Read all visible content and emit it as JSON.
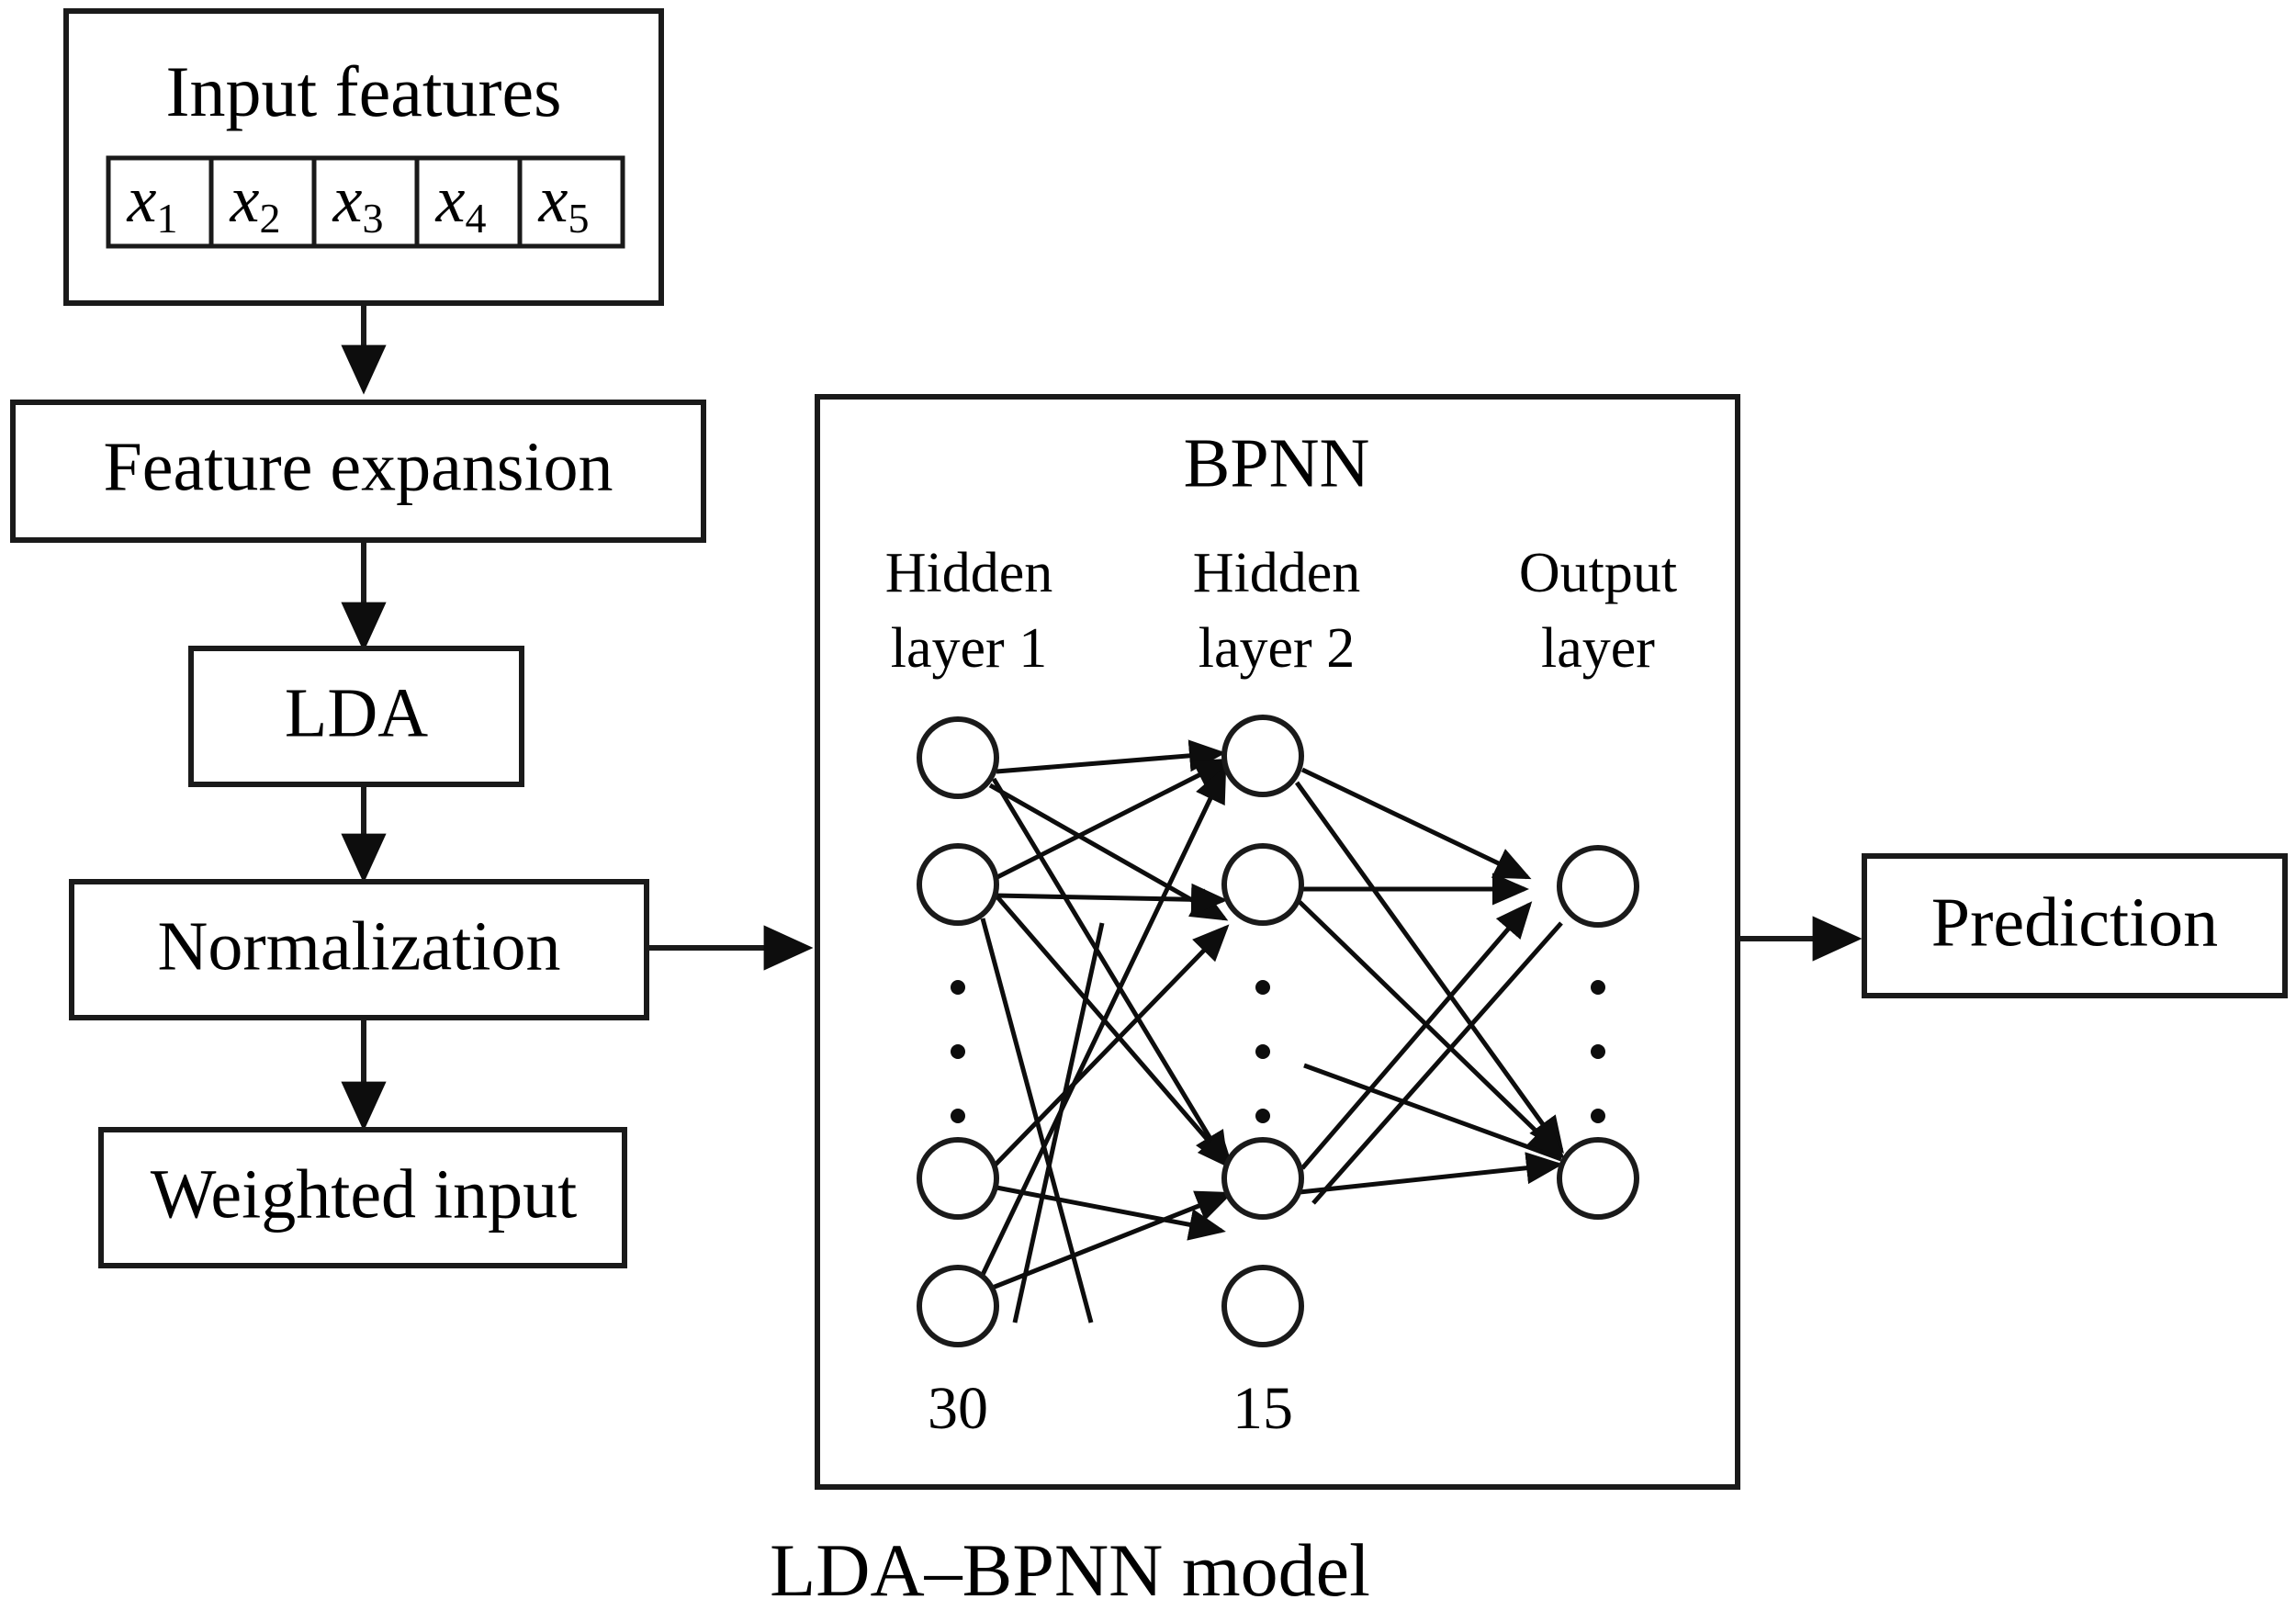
{
  "diagram": {
    "caption": "LDA–BPNN model",
    "pipeline": {
      "input_block": {
        "title": "Input features",
        "features": [
          "x",
          "x",
          "x",
          "x",
          "x"
        ],
        "subscripts": [
          "1",
          "2",
          "3",
          "4",
          "5"
        ]
      },
      "steps": [
        {
          "label": "Feature expansion"
        },
        {
          "label": "LDA"
        },
        {
          "label": "Normalization"
        },
        {
          "label": "Weighted input"
        }
      ]
    },
    "bpnn": {
      "title": "BPNN",
      "layers": [
        {
          "name": "Hidden",
          "sub": "layer 1",
          "count": "30"
        },
        {
          "name": "Hidden",
          "sub": "layer 2",
          "count": "15"
        },
        {
          "name": "Output",
          "sub": "layer",
          "count": ""
        }
      ]
    },
    "output_block": {
      "label": "Prediction"
    }
  }
}
